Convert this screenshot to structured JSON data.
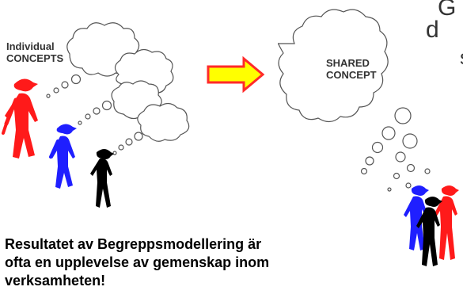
{
  "left_group": {
    "label_line1": "Individual",
    "label_line2": "CONCEPTS"
  },
  "right_group": {
    "label_line1": "SHARED",
    "label_line2": "CONCEPT"
  },
  "cut_off_text": [
    "G",
    "d",
    "s"
  ],
  "caption": {
    "line1": "Resultatet av Begreppsmodellering är",
    "line2": "ofta en upplevelse av gemenskap inom",
    "line3": "verksamheten!"
  },
  "colors": {
    "figure_red": "#ff1a1a",
    "figure_blue": "#1f1fff",
    "figure_black": "#000000",
    "arrow_fill": "#ffff00",
    "arrow_outline": "#ff2a2a",
    "cloud_stroke": "#555555"
  },
  "icons": [
    "thought-cloud-icon",
    "thought-bubble-icon",
    "arrow-right-icon",
    "person-icon"
  ]
}
